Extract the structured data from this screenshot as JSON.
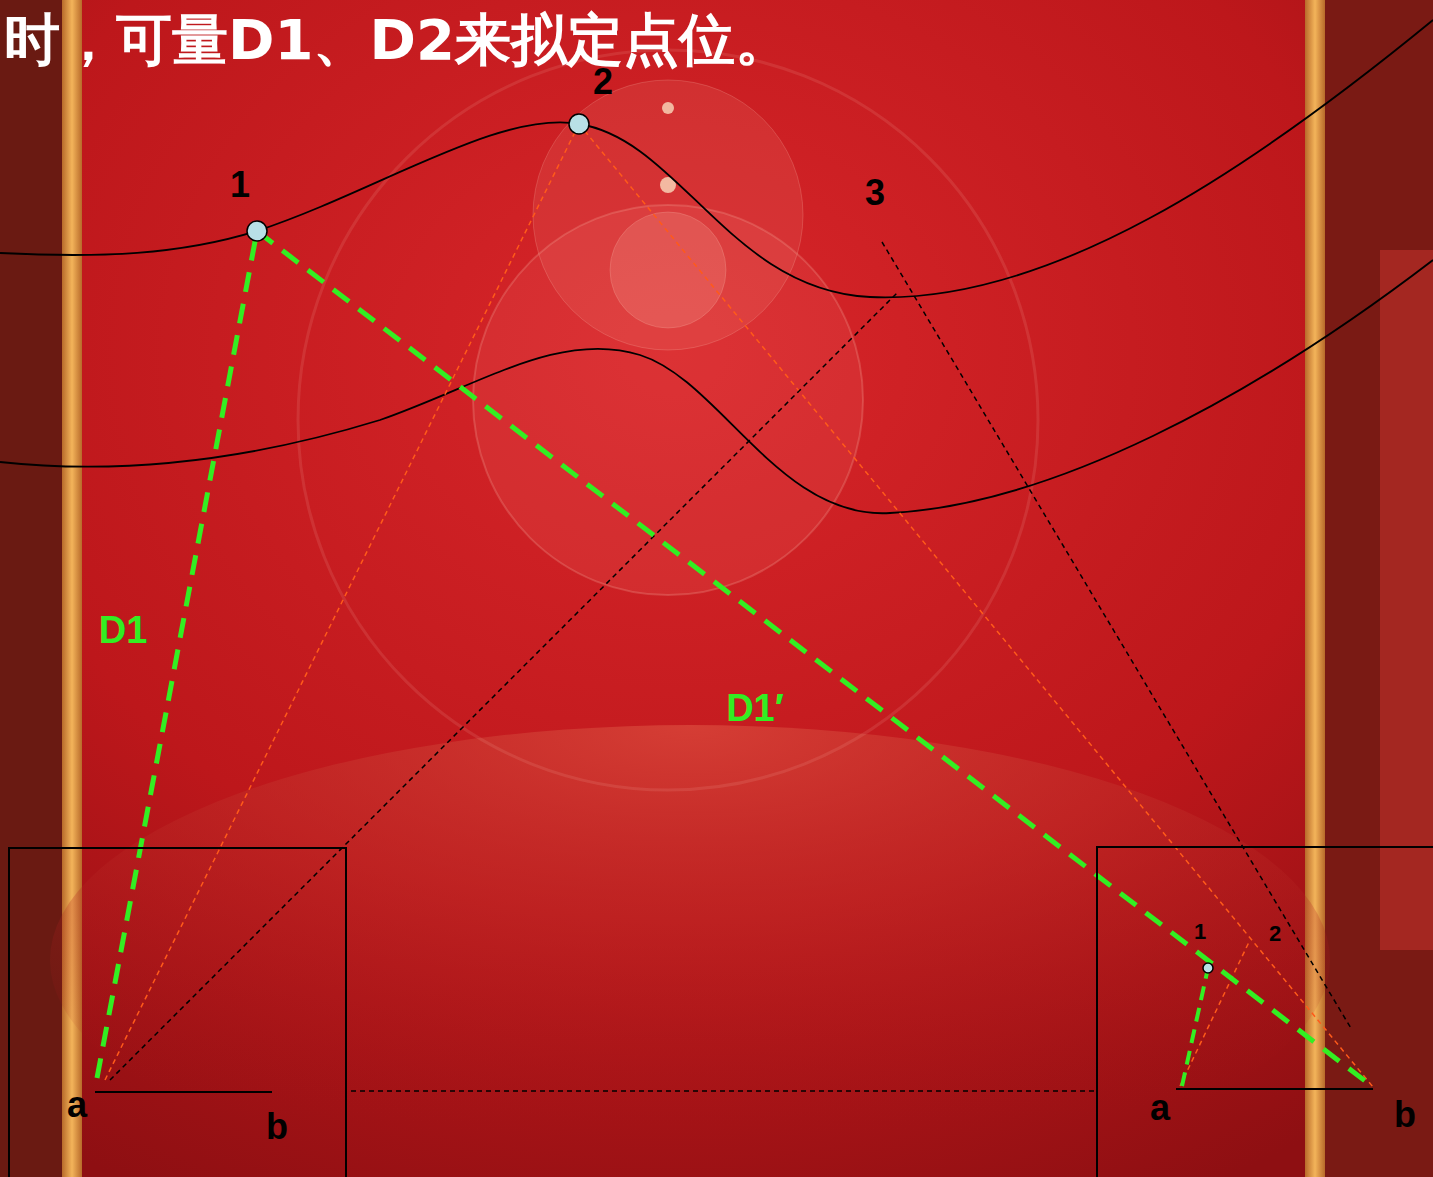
{
  "diagram": {
    "title": "时，可量D1、D2来拟定点位。",
    "nodes": [
      {
        "text": [
          "a",
          "b"
        ]
      },
      {
        "text": [
          "1",
          "2",
          "a",
          "b"
        ]
      }
    ],
    "edges": [
      {
        "from": 0,
        "to": 1,
        "arrow": "none"
      }
    ],
    "labels": [
      "1",
      "2",
      "3",
      "D1",
      "D1′"
    ]
  }
}
